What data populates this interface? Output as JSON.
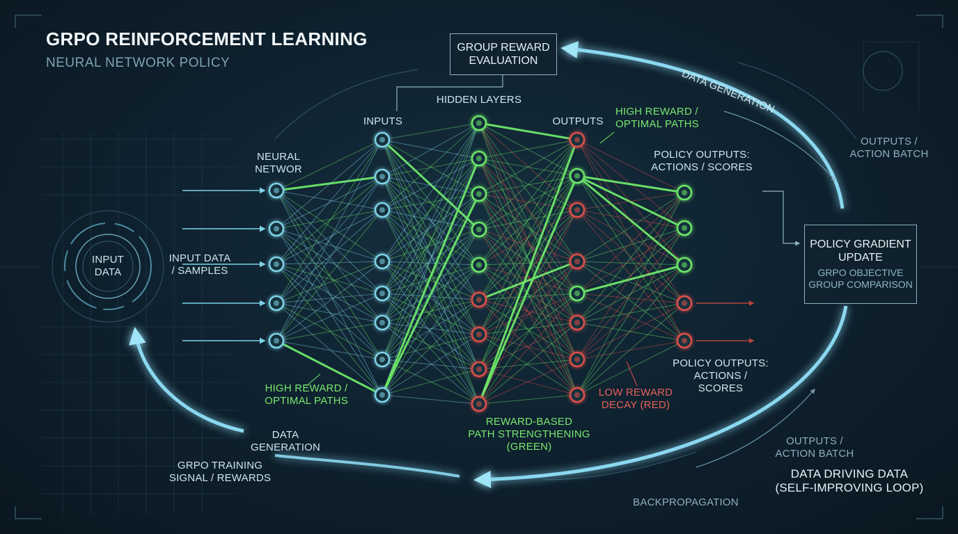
{
  "title": "GRPO REINFORCEMENT LEARNING",
  "subtitle": "NEURAL NETWORK POLICY",
  "input_data": "INPUT\nDATA",
  "input_samples": "INPUT DATA\n/ SAMPLES",
  "neural_network": "NEURAL\nNETWOR",
  "inputs": "INPUTS",
  "hidden_layers": "HIDDEN LAYERS",
  "outputs": "OUTPUTS",
  "high_reward_top": "HIGH REWARD /\nOPTIMAL PATHS",
  "high_reward_bottom": "HIGH REWARD /\nOPTIMAL PATHS",
  "low_reward": "LOW REWARD\nDECAY (RED)",
  "reward_based": "REWARD-BASED\nPATH STRENGTHENING\n(GREEN)",
  "policy_outputs_top": "POLICY OUTPUTS:\nACTIONS / SCORES",
  "policy_outputs_bottom": "POLICY OUTPUTS:\nACTIONS /\nSCORES",
  "group_reward_box": "GROUP REWARD\nEVALUATION",
  "policy_box": {
    "main": "POLICY GRADIENT\nUPDATE",
    "sub": "GRPO OBJECTIVE\nGROUP COMPARISON"
  },
  "data_generation_top": "DATA GENERATION",
  "outputs_batch_top": "OUTPUTS /\nACTION BATCH",
  "outputs_batch_bottom": "OUTPUTS /\nACTION BATCH",
  "data_driving": "DATA DRIVING DATA\n(SELF-IMPROVING LOOP)",
  "backpropagation": "BACKPROPAGATION",
  "data_generation_bottom": "DATA\nGENERATION",
  "grpo_training": "GRPO TRAINING\nSIGNAL / REWARDS",
  "colors": {
    "background": "#0f2230",
    "cyan": "#7fd3e8",
    "green": "#6ee86a",
    "red": "#e0504a",
    "loop": "#8ad8f0"
  },
  "network": {
    "layer_sizes": [
      5,
      8,
      9,
      8,
      5
    ],
    "layer_tones": [
      "cyan",
      "cyan",
      "green",
      "red",
      "green"
    ]
  }
}
